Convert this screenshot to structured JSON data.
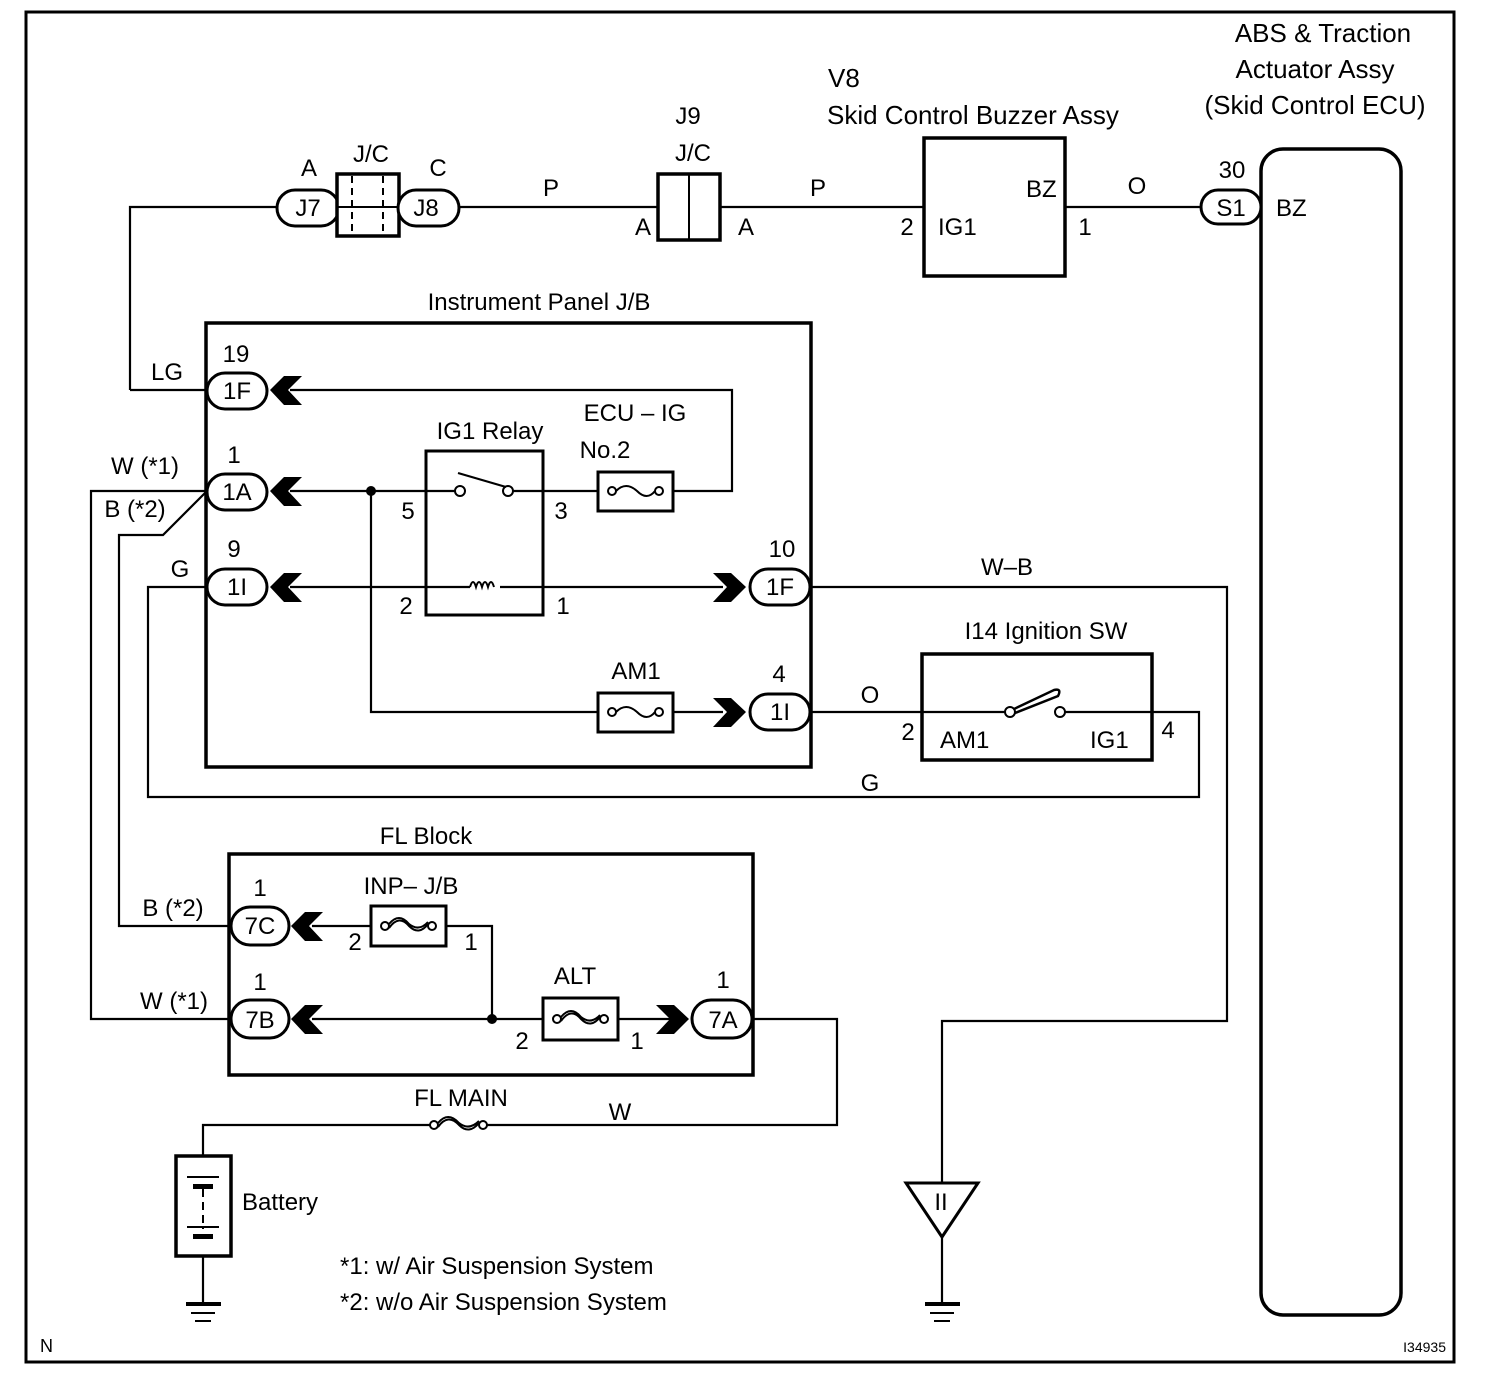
{
  "diagram": {
    "corner_letter": "N",
    "figure_id": "I34935",
    "colors": {
      "line": "#000000",
      "background": "#ffffff"
    },
    "components": {
      "jc_left": {
        "title": "J/C",
        "left_conn": "J7",
        "left_letter": "A",
        "right_conn": "J8",
        "right_letter": "C"
      },
      "j9": {
        "code": "J9",
        "title": "J/C",
        "left_pin": "A",
        "right_pin": "A"
      },
      "buzzer": {
        "code": "V8",
        "title": "Skid Control Buzzer Assy",
        "pin_left": "2",
        "term_left": "IG1",
        "term_right": "BZ",
        "pin_right": "1"
      },
      "ecu": {
        "title_line1": "ABS & Traction",
        "title_line2": "Actuator Assy",
        "title_line3": "(Skid Control ECU)",
        "pin": "30",
        "conn": "S1",
        "term": "BZ"
      },
      "ip_jb": {
        "title": "Instrument Panel J/B",
        "connectors": [
          {
            "pin": "19",
            "conn": "1F"
          },
          {
            "pin": "1",
            "conn": "1A"
          },
          {
            "pin": "9",
            "conn": "1I"
          },
          {
            "pin": "10",
            "conn": "1F"
          },
          {
            "pin": "4",
            "conn": "1I"
          }
        ],
        "relay": {
          "title": "IG1 Relay",
          "pin5": "5",
          "pin3": "3",
          "pin2": "2",
          "pin1": "1"
        },
        "fuse_ecu": {
          "line1": "ECU – IG",
          "line2": "No.2"
        },
        "fuse_am1": {
          "label": "AM1"
        }
      },
      "ignition": {
        "title": "I14 Ignition SW",
        "pin_left": "2",
        "term_left": "AM1",
        "term_right": "IG1",
        "pin_right": "4"
      },
      "fl_block": {
        "title": "FL Block",
        "connectors": [
          {
            "pin": "1",
            "conn": "7C"
          },
          {
            "pin": "1",
            "conn": "7B"
          },
          {
            "pin": "1",
            "conn": "7A"
          }
        ],
        "fuse_inp": {
          "label": "INP– J/B",
          "pin_left": "2",
          "pin_right": "1"
        },
        "fuse_alt": {
          "label": "ALT",
          "pin_left": "2",
          "pin_right": "1"
        }
      },
      "fl_main": {
        "label": "FL MAIN"
      },
      "battery": {
        "label": "Battery"
      },
      "ground_point": {
        "label": "II"
      }
    },
    "wires": {
      "p1": "P",
      "p2": "P",
      "o_buzzer": "O",
      "lg": "LG",
      "w1_ip": "W (*1)",
      "b2_ip": "B  (*2)",
      "g_ip": "G",
      "wb": "W–B",
      "o_ign": "O",
      "g_bottom": "G",
      "b2_fl": "B  (*2)",
      "w1_fl": "W (*1)",
      "w_main": "W"
    },
    "notes": [
      "*1: w/ Air Suspension System",
      "*2: w/o Air Suspension System"
    ]
  }
}
